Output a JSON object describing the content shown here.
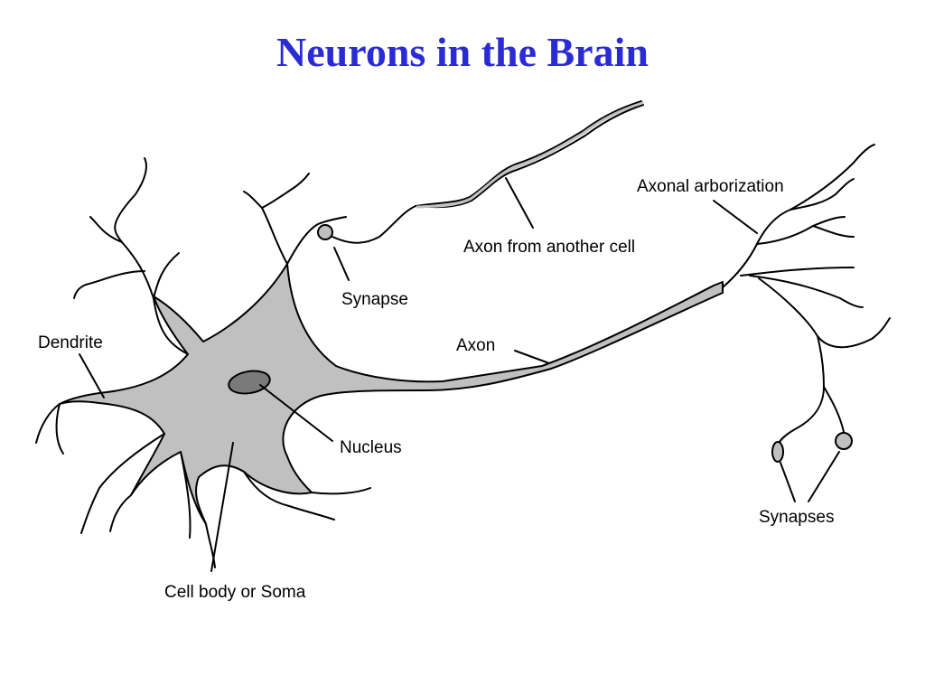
{
  "slide": {
    "title": "Neurons in the Brain"
  },
  "labels": {
    "dendrite": "Dendrite",
    "synapse": "Synapse",
    "axon_from_another_cell": "Axon from another cell",
    "axonal_arborization": "Axonal arborization",
    "axon": "Axon",
    "nucleus": "Nucleus",
    "synapses": "Synapses",
    "cell_body": "Cell body or Soma"
  },
  "colors": {
    "title": "#2b2bd6",
    "fill": "#c0c0c0",
    "nucleus": "#7a7a7a",
    "line": "#000000"
  }
}
